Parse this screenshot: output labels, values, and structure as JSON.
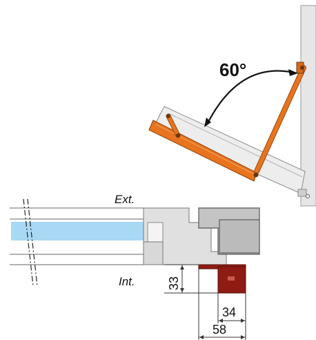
{
  "angle_label": "60°",
  "labels": {
    "exterior": "Ext.",
    "interior": "Int."
  },
  "dimensions": {
    "height": "33",
    "inner_width": "34",
    "outer_width": "58"
  },
  "colors": {
    "actuator": "#e8741f",
    "actuator_dark": "#9a4a10",
    "glass": "#a8d8f4",
    "profile": "#e0e0e0",
    "profile_dark": "#c4c4c4",
    "motor": "#8e1c14",
    "wall": "#e6e6e6"
  }
}
